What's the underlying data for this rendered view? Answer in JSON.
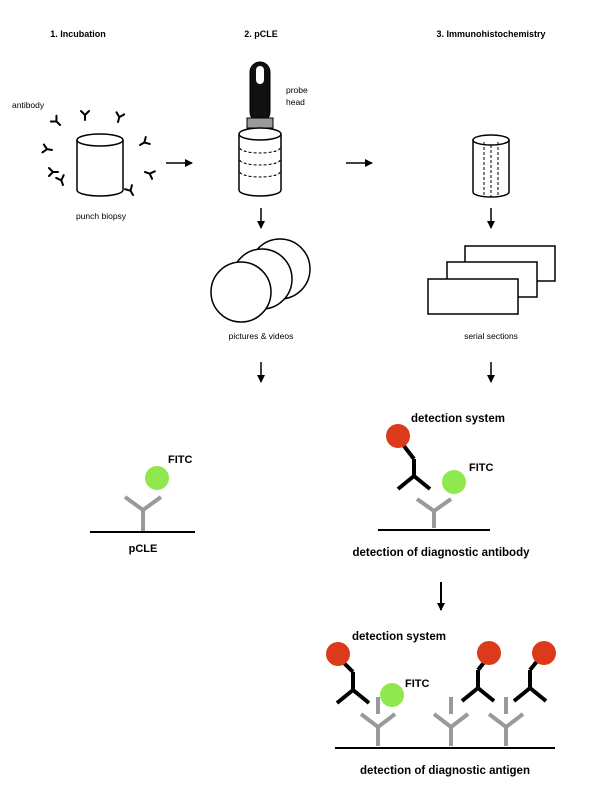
{
  "steps": {
    "incubation": "1. Incubation",
    "pcle": "2. pCLE",
    "ihc": "3. Immunohistochemistry"
  },
  "labels": {
    "antibody": "antibody",
    "punch_biopsy": "punch biopsy",
    "probe_line1": "probe",
    "probe_line2": "head",
    "pictures_videos": "pictures & videos",
    "serial_sections": "serial sections"
  },
  "panels": {
    "pcle": {
      "fitc": "FITC",
      "caption": "pCLE"
    },
    "antibody_detection": {
      "detection_system": "detection system",
      "fitc": "FITC",
      "caption": "detection of diagnostic antibody"
    },
    "antigen_detection": {
      "detection_system": "detection system",
      "fitc": "FITC",
      "caption": "detection of diagnostic antigen"
    }
  },
  "colors": {
    "ink": "#000000",
    "grey_antibody": "#9a9a9a",
    "fitc_green": "#8ee84e",
    "detection_red": "#dc3a1a",
    "probe_collar": "#9a9a9a"
  }
}
